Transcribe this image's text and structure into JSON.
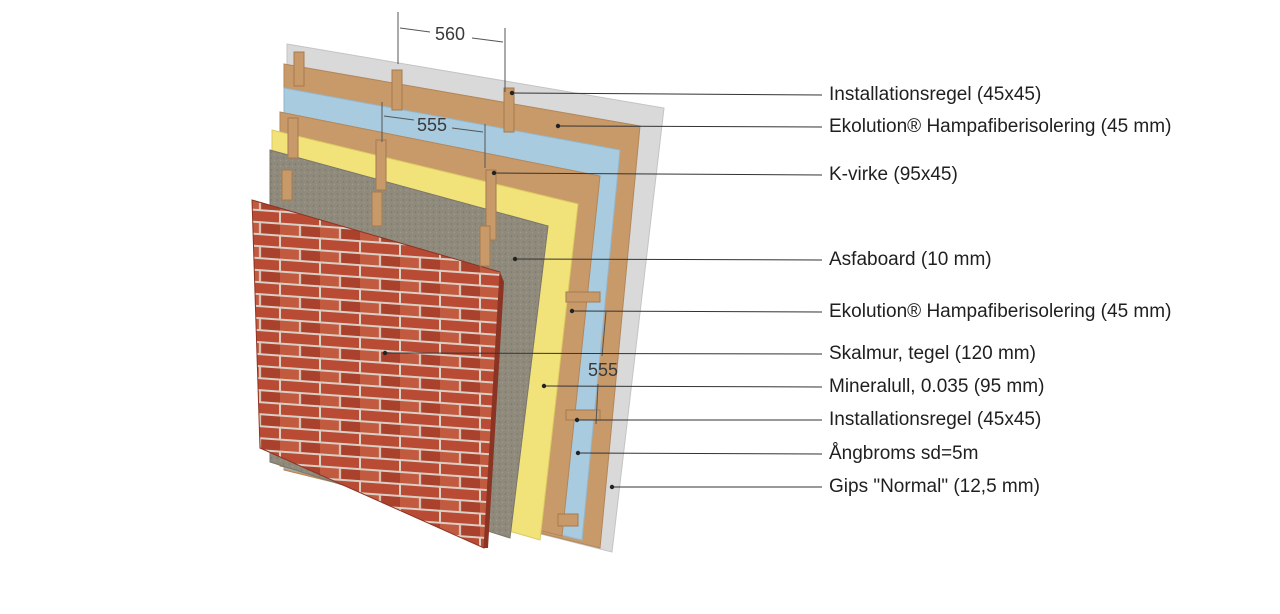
{
  "diagram": {
    "dimensions": {
      "top_spacing": "560",
      "middle_spacing": "555",
      "vertical_spacing": "555"
    },
    "layers": [
      {
        "label": "Installationsregel (45x45)"
      },
      {
        "label": "Ekolution® Hampafiberisolering (45 mm)"
      },
      {
        "label": "K-virke (95x45)"
      },
      {
        "label": "Asfaboard (10 mm)"
      },
      {
        "label": "Ekolution® Hampafiberisolering (45 mm)"
      },
      {
        "label": "Skalmur, tegel (120 mm)"
      },
      {
        "label": "Mineralull, 0.035 (95 mm)"
      },
      {
        "label": "Installationsregel (45x45)"
      },
      {
        "label": "Ångbroms sd=5m"
      },
      {
        "label": "Gips \"Normal\" (12,5 mm)"
      }
    ]
  },
  "colors": {
    "gypsum": "#d9d9d9",
    "wood": "#c89a6a",
    "vapor_barrier": "#a9cbe0",
    "mineral_wool": "#f1e27a",
    "asfaboard": "#8f8a7c",
    "brick": "#b5452f",
    "leader": "#333333"
  }
}
